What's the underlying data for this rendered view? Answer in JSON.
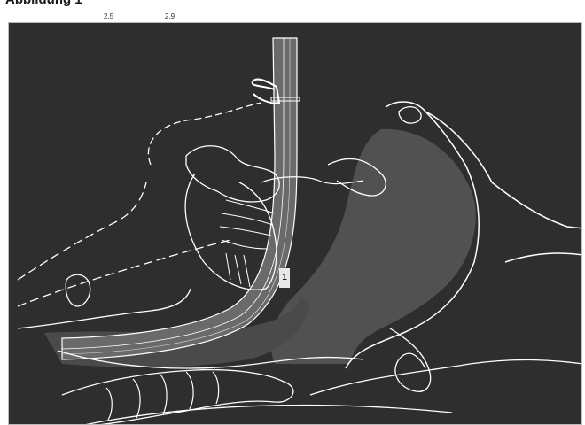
{
  "header": {
    "title": "Abbildung 1",
    "ref_a": "2.5",
    "ref_b": "2.9"
  },
  "figure": {
    "label": "1",
    "colors": {
      "background": "#2e2e2e",
      "lines": "#ffffff",
      "shaded": "#585858",
      "tube": "#6a6a6a"
    }
  }
}
